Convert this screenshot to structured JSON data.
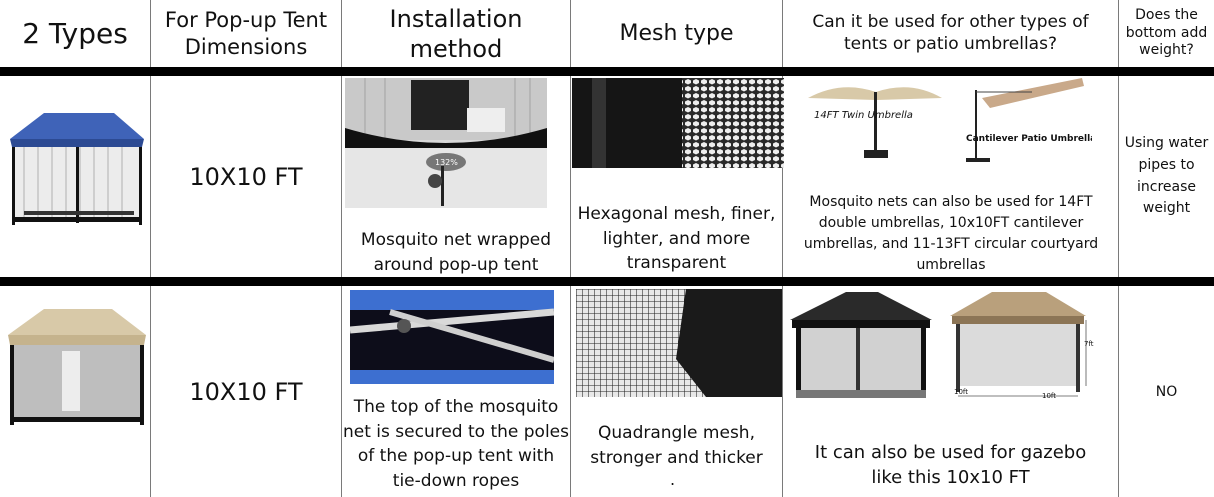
{
  "header": {
    "col_types": "2 Types",
    "col_dimensions": "For Pop-up Tent Dimensions",
    "col_install": "Installation method",
    "col_mesh": "Mesh type",
    "col_other": "Can it be used for other types of tents or patio umbrellas?",
    "col_weight": "Does the bottom add weight?"
  },
  "rows": [
    {
      "dimension": "10X10 FT",
      "install_text": "Mosquito net wrapped around pop-up tent",
      "install_zoom": "132%",
      "mesh_text": "Hexagonal mesh, finer, lighter, and more transparent",
      "other_text": "Mosquito nets can also be used for 14FT double umbrellas, 10x10FT cantilever umbrellas, and 11-13FT circular courtyard umbrellas",
      "umbrella_label_1": "14FT  Twin Umbrella",
      "umbrella_label_2": "Cantilever Patio Umbrella",
      "weight_text": "Using water pipes to increase weight"
    },
    {
      "dimension": "10X10 FT",
      "install_text": "The top of the mosquito net is secured to the poles of the pop-up tent with tie-down ropes",
      "mesh_text": "Quadrangle mesh, stronger and thicker",
      "mesh_dot": ".",
      "other_text": "It can also be used for gazebo like this 10x10 FT",
      "gazebo_dim_h": "7ft",
      "gazebo_dim_w1": "10ft",
      "gazebo_dim_w2": "10ft",
      "weight_text": "NO"
    }
  ],
  "colors": {
    "tent_blue": "#3f63b8",
    "tent_beige": "#d8c9a8",
    "divider": "#000000"
  }
}
